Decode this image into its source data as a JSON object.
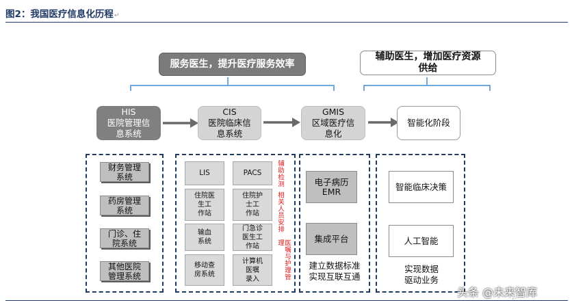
{
  "header": {
    "title": "图2：我国医疗信息化历程",
    "mark": "↵"
  },
  "banners": {
    "left": "服务医生，提升医疗服务效率",
    "right": "辅助医生，增加医疗资源\n供给"
  },
  "stages": [
    {
      "code": "HIS",
      "name": "医院管理信\n息系统"
    },
    {
      "code": "CIS",
      "name": "医院临床信\n息系统"
    },
    {
      "code": "GMIS",
      "name": "区域医疗信\n息化"
    },
    {
      "code": "",
      "name": "智能化阶段"
    }
  ],
  "his_systems": [
    "财务管理\n系统",
    "药房管理\n系统",
    "门诊、住\n院系统",
    "其他医院\n管理系统"
  ],
  "cis_systems": [
    "LIS",
    "PACS",
    "住院医\n生工\n作站",
    "住院护\n士工\n作站",
    "输血\n系统",
    "门急诊\n医生工\n作站",
    "移动查\n房系统",
    "计算机\n医嘱\n录入"
  ],
  "cis_notes": [
    "辅助检测",
    "相关人员安排",
    "医嘱与护理管理"
  ],
  "gmis": {
    "emr": "电子病历\nEMR",
    "platform": "集成平台",
    "note": "建立数据标准\n实现互联互通"
  },
  "smart": {
    "decision": "智能临床决策",
    "ai": "人工智能",
    "note": "实现数据\n驱动业务"
  },
  "watermark": {
    "text": "头条 @未来智库",
    "icon": "↵"
  },
  "colors": {
    "title": "#1f3864",
    "dash": "#1f3a5f",
    "red_note": "#e02020",
    "dark_gray": "#808080"
  }
}
